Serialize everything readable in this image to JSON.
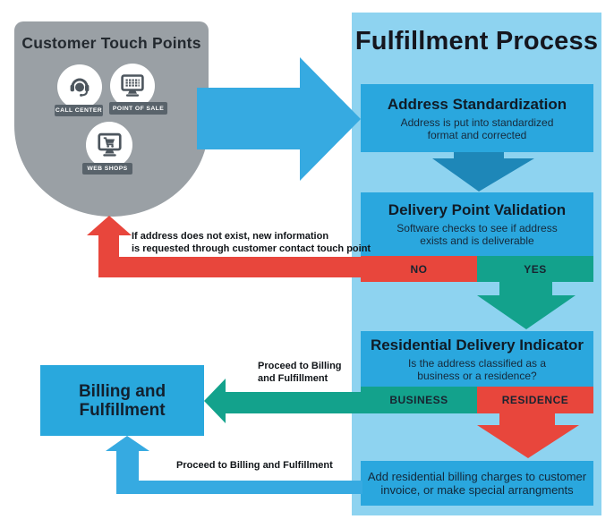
{
  "touch_points": {
    "title": "Customer Touch Points",
    "items": [
      {
        "label": "CALL CENTER",
        "icon": "headset-agent-icon"
      },
      {
        "label": "POINT OF SALE",
        "icon": "pos-monitor-icon"
      },
      {
        "label": "WEB SHOPS",
        "icon": "webshop-monitor-cart-icon"
      }
    ]
  },
  "process": {
    "title": "Fulfillment Process",
    "steps": {
      "address_standardization": {
        "title": "Address Standardization",
        "line1": "Address is put into standardized",
        "line2": "format and corrected"
      },
      "delivery_point_validation": {
        "title": "Delivery Point Validation",
        "line1": "Software checks to see if address",
        "line2": "exists and is deliverable",
        "no_label": "NO",
        "yes_label": "YES"
      },
      "residential_delivery_indicator": {
        "title": "Residential Delivery Indicator",
        "line1": "Is the address classified as a",
        "line2": "business or a residence?",
        "business_label": "BUSINESS",
        "residence_label": "RESIDENCE"
      },
      "residential_billing": {
        "line1": "Add residential billing charges to customer",
        "line2": "invoice, or make special arrangments"
      }
    }
  },
  "billing_box": {
    "line1": "Billing and",
    "line2": "Fulfillment"
  },
  "annotations": {
    "no_feedback": {
      "line1": "If address does not exist, new information",
      "line2": "is requested through customer contact touch point"
    },
    "business_proceed": {
      "line1": "Proceed to Billing",
      "line2": "and Fulfillment"
    },
    "residence_proceed": "Proceed to Billing and Fulfillment"
  },
  "colors": {
    "blob_gray": "#9aa0a5",
    "panel_light_blue": "#8ed3f0",
    "box_blue": "#2aa7de",
    "connector_blue": "#36aae1",
    "dark_arrow_blue": "#1e87b8",
    "red": "#e8463c",
    "green": "#13a28c",
    "label_plate": "#59636b"
  }
}
